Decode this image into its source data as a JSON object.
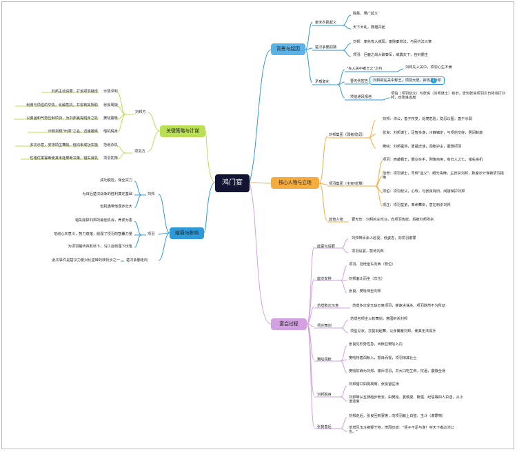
{
  "colors": {
    "root": "#131432",
    "blue": "#5ab2e6",
    "orange": "#f5ac3e",
    "purple": "#d3a1e2",
    "green": "#b9e055",
    "lightblue": "#2f9ad8"
  },
  "root": {
    "title": "鸿门宴"
  },
  "sections": {
    "background": {
      "label": "背景与起因",
      "items": [
        {
          "label": "秦末农民起义",
          "children": [
            "陈胜、吴广起义",
            "天下大乱，群雄并起"
          ]
        },
        {
          "label": "楚汉争霸初期",
          "children": [
            "刘邦：率先攻入咸阳，废除秦苛法，与民约法三章",
            "项羽：巨鹿之战大破秦军，威震天下，自封霸主"
          ]
        },
        {
          "label": "矛盾激化",
          "children": [
            {
              "text": "\"先入关中者王之\"之约",
              "child": "刘邦先入关中，项羽心生不满"
            },
            {
              "text": "曹无伤密告",
              "child": "刘邦欲在关中称王，项羽大怒，欲攻打刘邦",
              "badge": "2"
            },
            {
              "text": "项伯通风报信",
              "child": "项伯（项羽叔父）与张良（刘邦谋士）有旧，告知张良项羽次日将攻打刘邦，劝张良逃离"
            }
          ]
        }
      ]
    },
    "characters": {
      "label": "核心人物与立场",
      "items": [
        {
          "label": "刘邦集团（弱者/隐忍）",
          "children": [
            "刘邦：沛公，善于权变，处境危险，隐忍以图，善于示弱",
            "张良：刘邦谋士，足智多谋，冷静镇定，与项伯交好，居间斡旋",
            "樊哙：刘邦猛将，勇猛忠诚，闯帐护主，震慑项羽"
          ]
        },
        {
          "label": "项羽集团（主宰/犹豫）",
          "children": [
            "项羽：西楚霸王，霸业在手，刚愎自用，有妇人之仁，错失良机",
            "范增：项羽谋士，号称\"亚父\"，眼光毒辣，主张杀刘邦，数度示计谋被项羽拒绝",
            "项伯：项羽叔父，心软，与张良有旧，间接保护刘邦",
            "项庄：项羽堂弟，奉命舞剑，意在刺杀刘邦"
          ]
        },
        {
          "label": "其他人物",
          "children": [
            "曹无伤：刘邦的左司马，向项羽告密，后被刘邦所杀"
          ]
        }
      ]
    },
    "process": {
      "label": "宴会过程",
      "items": [
        {
          "label": "赴宴与请罪",
          "children": [
            "刘邦带百余人赴宴，低姿态，向项羽谢罪",
            "项羽设宴，款待刘邦"
          ]
        },
        {
          "label": "座次安排",
          "children": [
            "项羽、范增坐东向西（尊位）",
            "刘邦面北而坐（次位）",
            "张良、樊哙侍坐刘邦"
          ]
        },
        {
          "label": "范增数次示意",
          "children": [
            "范增多次举玉玦示意项羽，使速决诛杀，项羽默然不为所动"
          ]
        },
        {
          "label": "项庄舞剑",
          "children": [
            "范增召项庄入帐舞剑，意图刺杀刘邦",
            "项伯见状，亦拔剑起舞，以身翼蔽刘邦，使其无法得手"
          ]
        },
        {
          "label": "樊哙闯帐",
          "children": [
            "张良见形势危急，出帐召樊哙入内",
            "樊哙持盾闯帐入，怒目而视，项羽惊其壮士",
            "樊哙陈辞为刘邦，痛斥项羽，并大口吃生肉，饮酒，震慑全场"
          ]
        },
        {
          "label": "刘邦脱身",
          "children": [
            "刘邦借口如厕离席，张良留驻场",
            "刘邦带从五骑趋步而去，由樊哙、夏侯婴、靳强、纪信等四人护送，从小道逃离"
          ]
        },
        {
          "label": "张良善后",
          "children": [
            "刘邦走后，张良回到宴席，向项羽献上白璧、玉斗（谢罪物）",
            "范增见玉斗被掷于地，愤而叹道：\"竖子不足与谋！夺天下者必沛公也。\""
          ]
        }
      ]
    },
    "strategy": {
      "label": "关键策略与计谋",
      "items": [
        {
          "label": "刘邦方",
          "children": [
            "刘邦主动请罪，打消项羽疑虑",
            "利用与项伯的交情，化解危机，并得到其所助",
            "以勇猛和气势压制项羽，为刘邦赢得脱身之机",
            "诈称如厕\"出阁\"之名，迅速撤离"
          ],
          "labels": [
            "示弱求和",
            "张良周旋",
            "樊哙震慑",
            "借机脱身"
          ]
        },
        {
          "label": "项羽方",
          "children": [
            "多次示意，安排项庄舞剑，但均未成功实施",
            "性格优柔寡断使其未能果断决策，错失良机"
          ],
          "labels": [
            "范增杀机",
            "项羽犹豫"
          ]
        }
      ]
    },
    "results": {
      "label": "结局与影响",
      "items": [
        {
          "label": "刘邦",
          "children": [
            "成功脱险，保全实力",
            "为日后楚汉战争的胜利奠定基础",
            "但机遇带他逐步壮大"
          ]
        },
        {
          "label": "项羽",
          "children": [
            "错失除掉刘邦的最佳机会，养虎为患",
            "范增心灰意冷，势力衰落，削弱了项羽的智囊力量",
            "为项羽最终兵败垓下，乌江自刎埋下伏笔"
          ]
        },
        {
          "label": "楚汉争霸走向",
          "children": [
            "此次事件是楚汉力量对比逆转的转折点之一"
          ]
        }
      ]
    }
  }
}
